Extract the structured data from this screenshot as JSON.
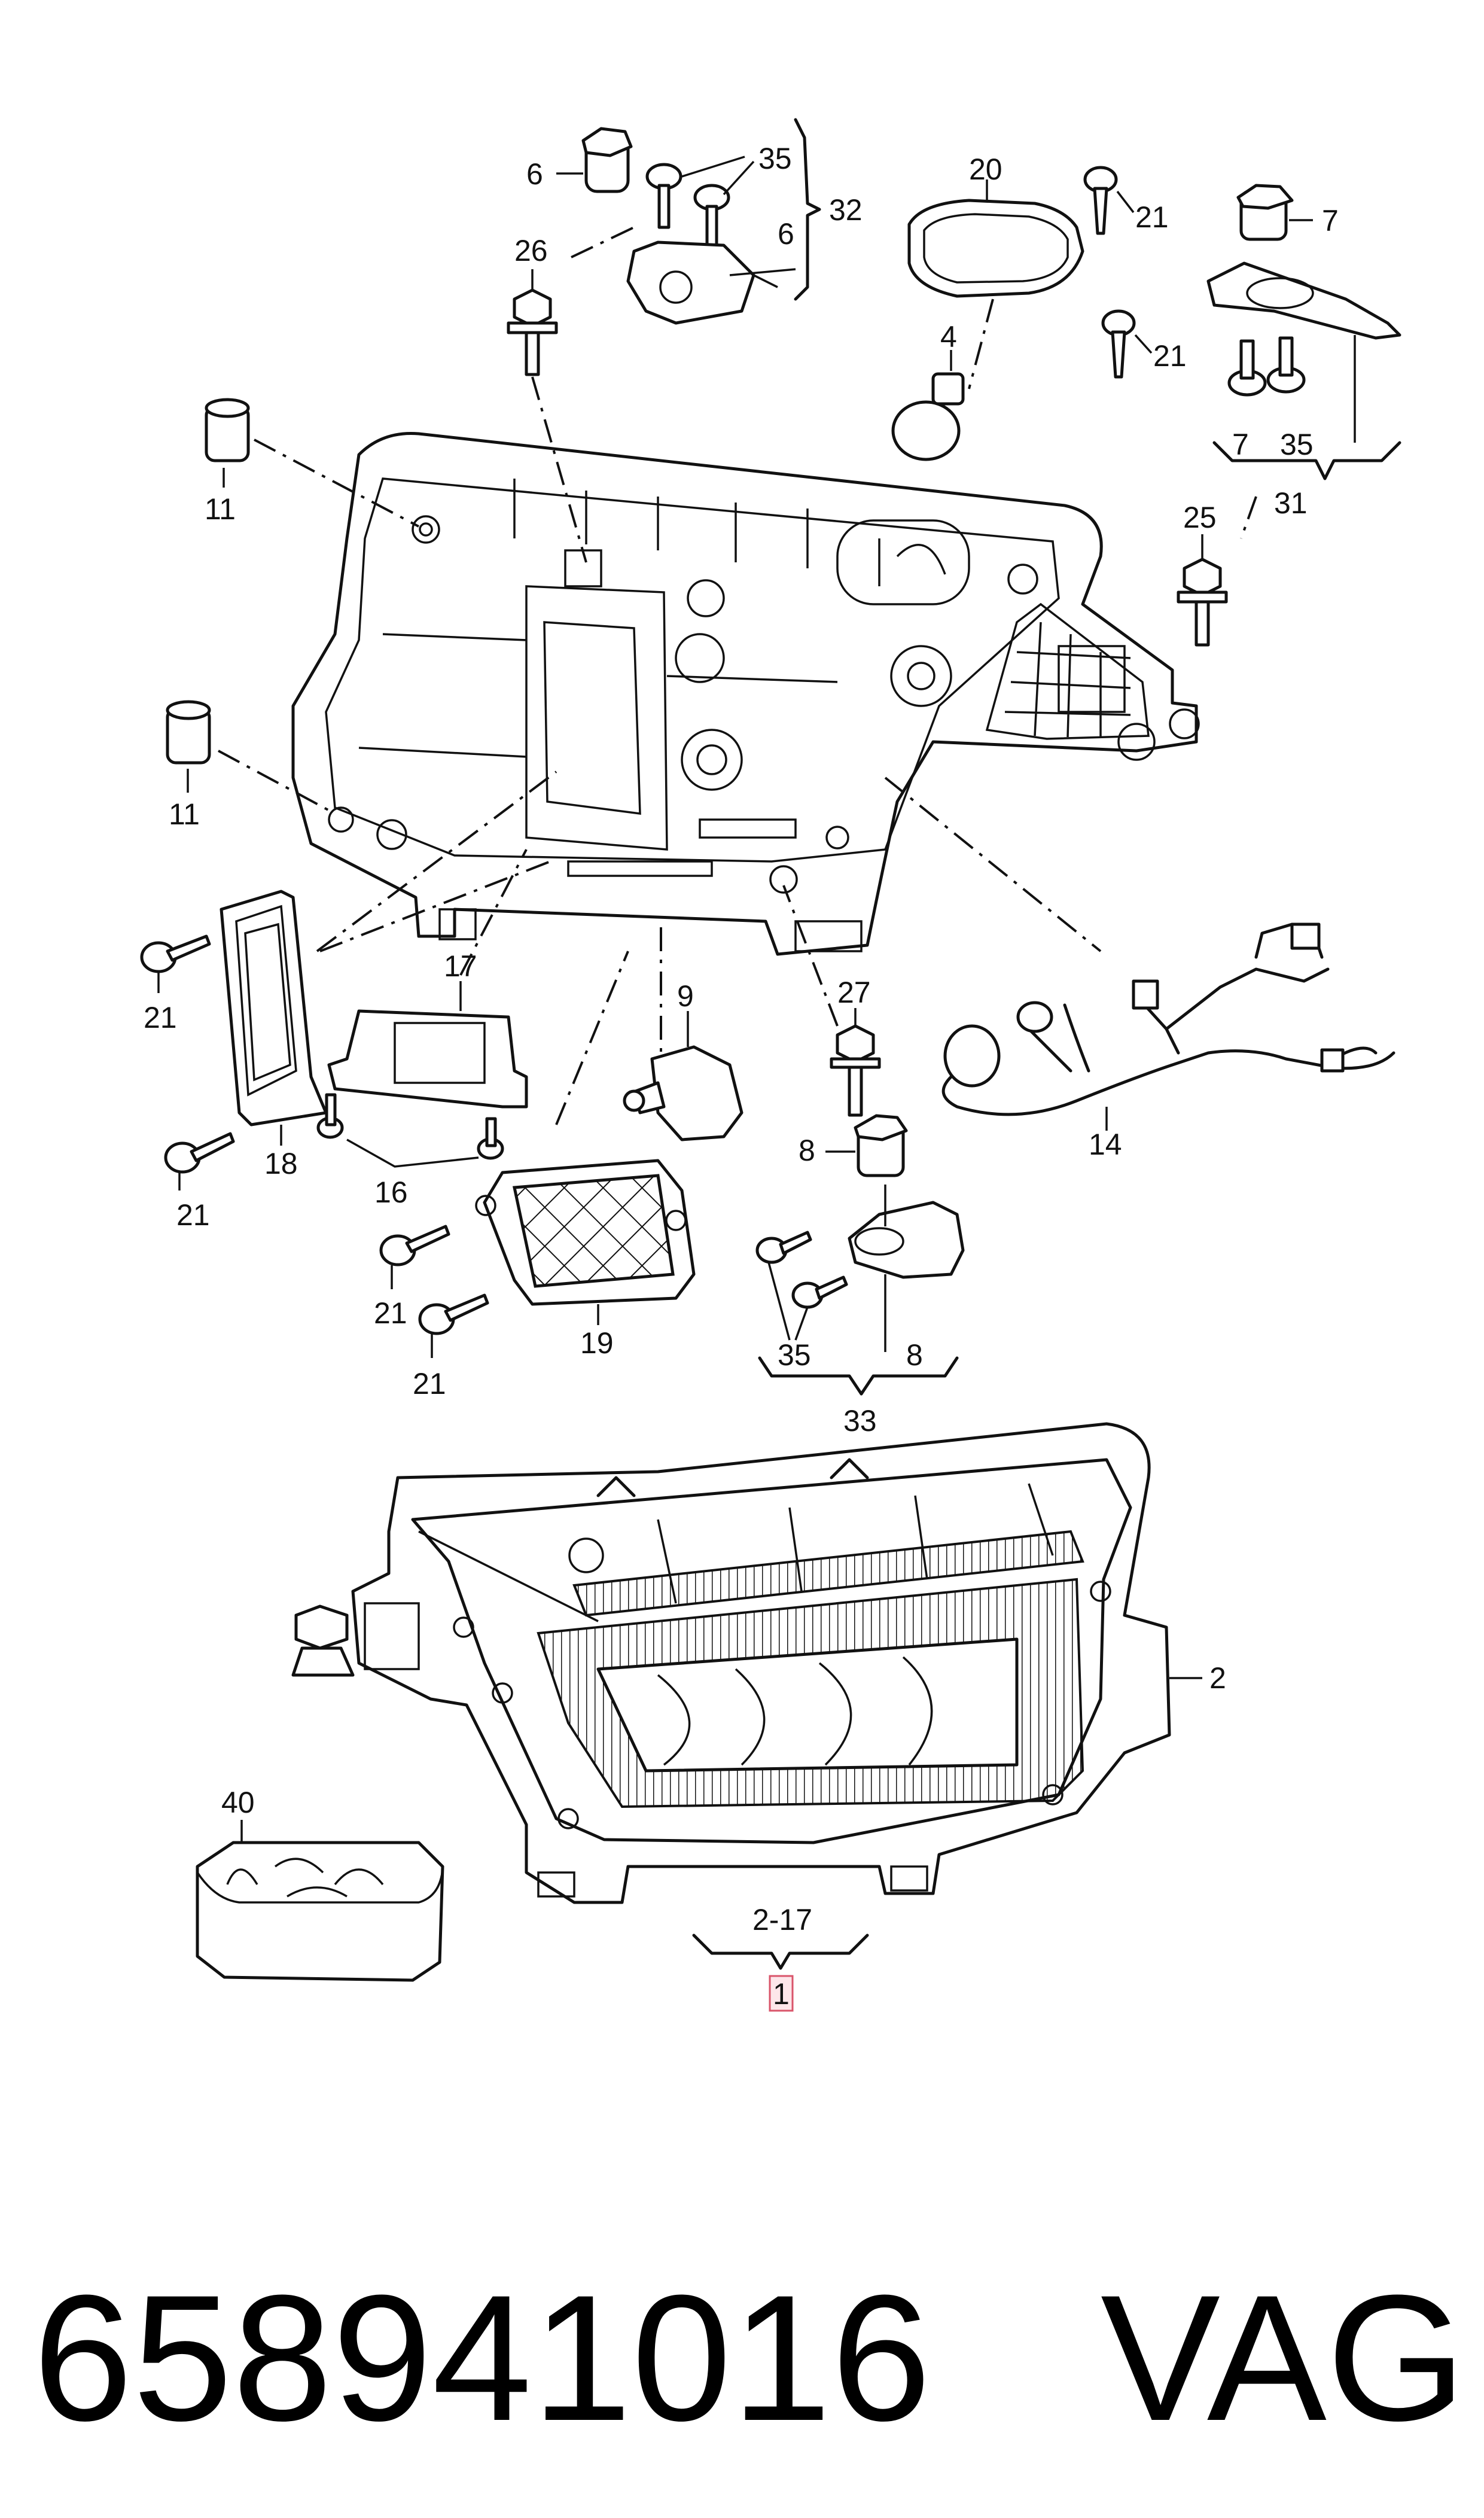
{
  "callouts": {
    "c1": "1",
    "c2": "2",
    "c4": "4",
    "c6a": "6",
    "c6b": "6",
    "c7a": "7",
    "c7b": "7",
    "c8a": "8",
    "c8b": "8",
    "c9": "9",
    "c11a": "11",
    "c11b": "11",
    "c14": "14",
    "c16": "16",
    "c17": "17",
    "c18": "18",
    "c19": "19",
    "c20": "20",
    "c21a": "21",
    "c21b": "21",
    "c21c": "21",
    "c21d": "21",
    "c21e": "21",
    "c21f": "21",
    "c25": "25",
    "c26": "26",
    "c27": "27",
    "c31": "31",
    "c32": "32",
    "c33": "33",
    "c35a": "35",
    "c35b": "35",
    "c35c": "35",
    "c40": "40",
    "c2_17": "2-17"
  },
  "part_number": "658941016",
  "brand": "VAG"
}
